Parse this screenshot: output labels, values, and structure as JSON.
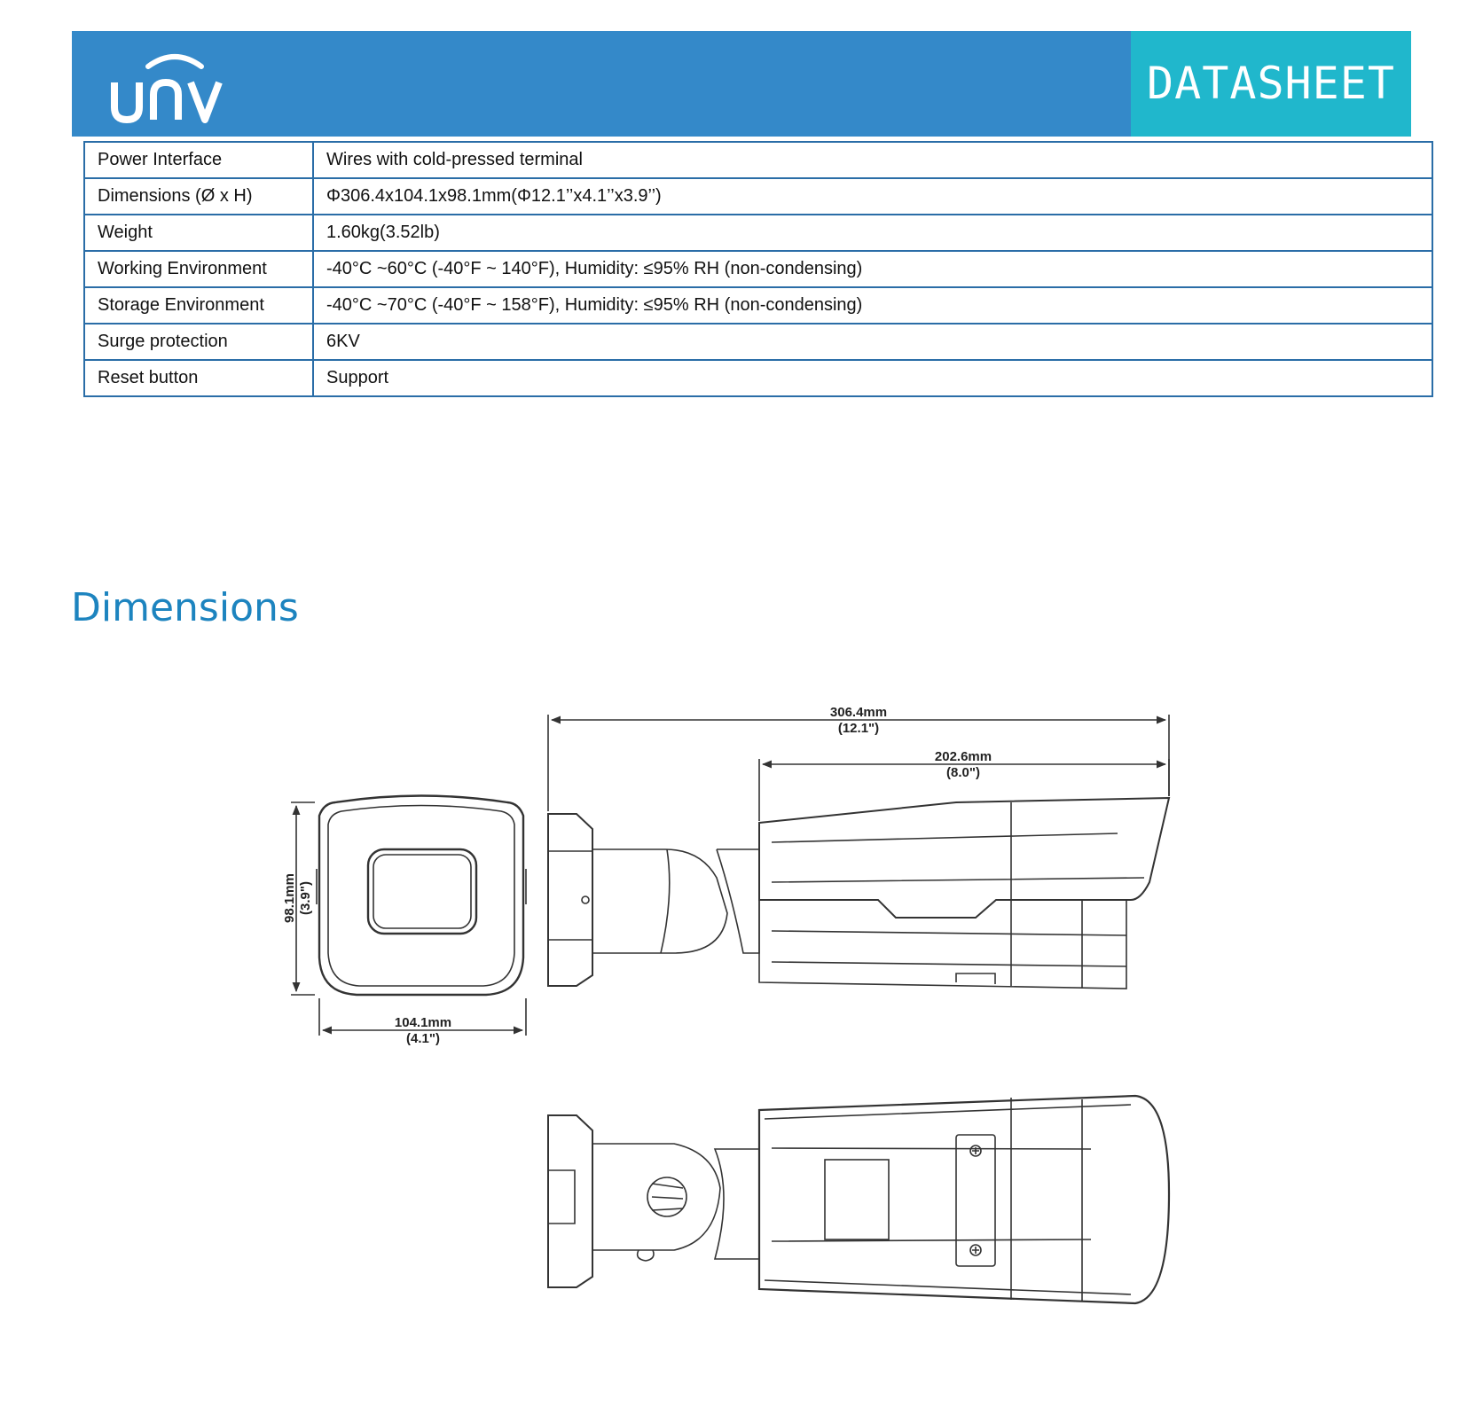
{
  "header": {
    "logo_text": "unv",
    "badge": "DATASHEET",
    "colors": {
      "bar": "#3489c9",
      "badge": "#20b7cc"
    }
  },
  "specs": [
    {
      "label": "Power Interface",
      "value": "Wires with cold-pressed terminal"
    },
    {
      "label": "Dimensions (Ø x H)",
      "value": "Φ306.4x104.1x98.1mm(Φ12.1’’x4.1’’x3.9’’)"
    },
    {
      "label": "Weight",
      "value": "1.60kg(3.52lb)"
    },
    {
      "label": "Working Environment",
      "value": "-40°C ~60°C (-40°F ~ 140°F), Humidity: ≤95% RH (non-condensing)"
    },
    {
      "label": "Storage Environment",
      "value": "-40°C ~70°C (-40°F ~ 158°F), Humidity: ≤95% RH (non-condensing)"
    },
    {
      "label": "Surge protection",
      "value": "6KV"
    },
    {
      "label": "Reset button",
      "value": "Support"
    }
  ],
  "dimensions": {
    "title": "Dimensions",
    "length_total_mm": "306.4mm",
    "length_total_in": "(12.1\")",
    "length_body_mm": "202.6mm",
    "length_body_in": "(8.0\")",
    "height_mm": "98.1mm",
    "height_in": "(3.9\")",
    "width_mm": "104.1mm",
    "width_in": "(4.1\")"
  }
}
